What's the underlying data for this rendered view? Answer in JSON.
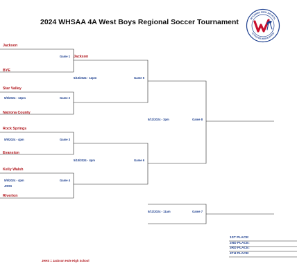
{
  "title": "2024 WHSAA 4A West Boys Regional Soccer Tournament",
  "logo": {
    "top_text": "WYOMING HIGH SCHOOL",
    "bottom_text": "ACTIVITIES ASSOCIATION",
    "letter": "W"
  },
  "round1": [
    {
      "seed_team": "Jackson",
      "game": "Game 1",
      "date": "",
      "opponent": "BYE"
    },
    {
      "seed_team": "Star Valley",
      "game": "Game 2",
      "date": "5/9/2024 - 12pm",
      "opponent": "Natrona County"
    },
    {
      "seed_team": "Rock Springs",
      "game": "Game 3",
      "date": "5/9/2024 - 4pm",
      "opponent": "Evanston"
    },
    {
      "seed_team": "Kelly Walsh",
      "game": "Game 4",
      "date": "5/9/2024 - 4pm",
      "opponent": "Riverton",
      "site": "JHHS"
    }
  ],
  "round2": [
    {
      "winner_line": "Jackson",
      "game": "Game 5",
      "date": "5/10/2024 - 12pm"
    },
    {
      "winner_line": "",
      "game": "Game 6",
      "date": "5/10/2024 - 4pm"
    }
  ],
  "final": {
    "game": "Game 8",
    "date": "5/11/2024 - 3pm"
  },
  "consolation": {
    "game": "Game 7",
    "date": "5/11/2024 - 11am"
  },
  "places": [
    "1ST PLACE:",
    "2ND PLACE:",
    "3RD PLACE:",
    "4TH PLACE:"
  ],
  "footnote": "JHHS = Jackson Hole High School",
  "colors": {
    "team": "#b0161c",
    "info": "#1d3f8f",
    "line": "#222222"
  }
}
